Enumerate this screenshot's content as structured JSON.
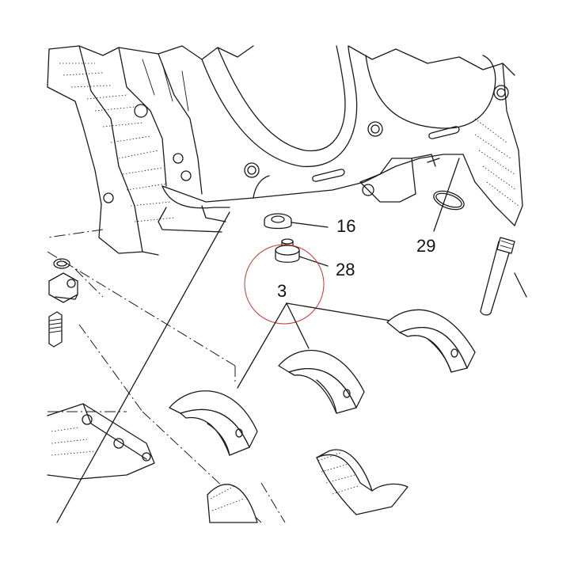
{
  "diagram": {
    "callouts": [
      {
        "id": "16",
        "text": "16"
      },
      {
        "id": "29",
        "text": "29"
      },
      {
        "id": "28",
        "text": "28"
      },
      {
        "id": "3",
        "text": "3"
      }
    ],
    "highlight_color": "#c0392b",
    "line_color": "#1a1a1a"
  }
}
